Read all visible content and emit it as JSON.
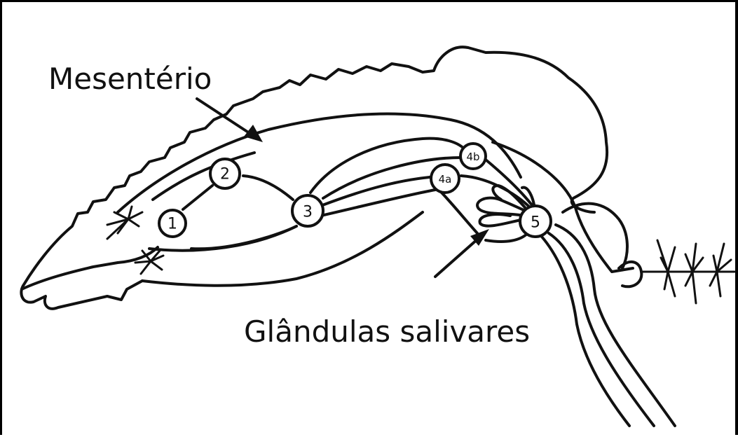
{
  "labels": {
    "mesentery": "Mesentério",
    "salivary_glands": "Glândulas salivares"
  },
  "nodes": [
    "1",
    "2",
    "3",
    "4a",
    "4b",
    "5"
  ],
  "colors": {
    "ink": "#111111",
    "background": "#ffffff"
  }
}
